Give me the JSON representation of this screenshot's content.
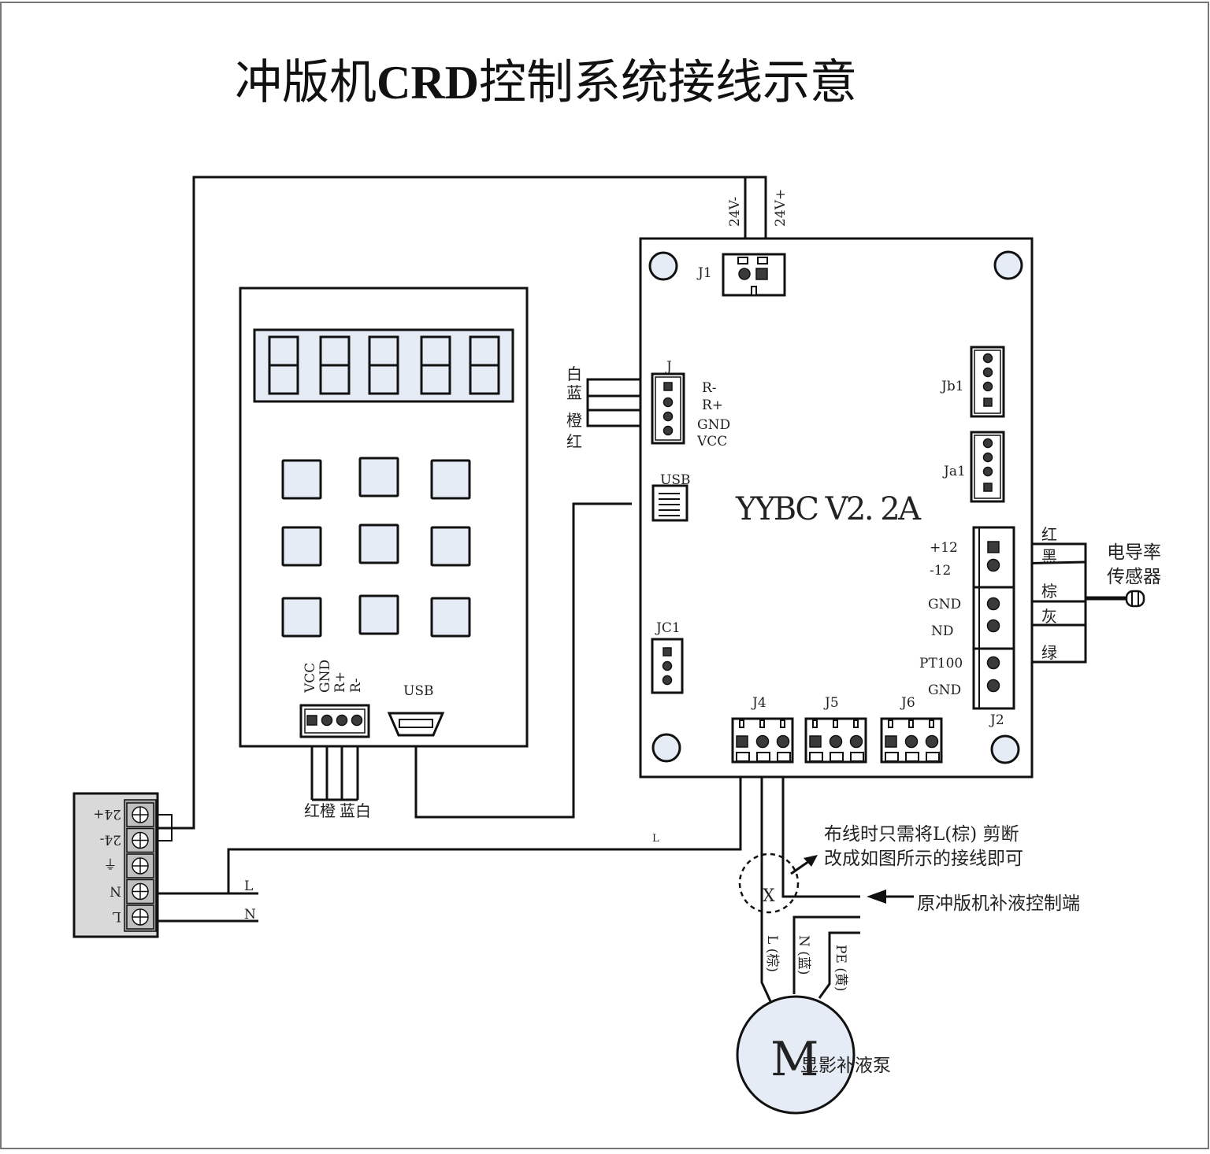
{
  "title": {
    "prefix": "冲版机",
    "bold": "CRD",
    "suffix": "控制系统接线示意"
  },
  "colors": {
    "line": "#111111",
    "fill_blue": "#e6ecf6",
    "terminal_gray": "#d9d9d9",
    "terminal_dark": "#a6a6a6",
    "pin": "#3a3a3a"
  },
  "power_supply": {
    "terminals": [
      "24+",
      "24-",
      "⏚",
      "N",
      "L"
    ],
    "input_labels": {
      "L": "L",
      "N": "N"
    },
    "l_line_label": "L"
  },
  "power_leads": {
    "neg": "24V-",
    "pos": "24V+"
  },
  "display_panel": {
    "digit_count": 5,
    "key_rows": 3,
    "key_cols": 3,
    "connector_pins": [
      "VCC",
      "GND",
      "R+",
      "R-"
    ],
    "usb_label": "USB",
    "wire_colors": [
      "红",
      "橙",
      "蓝",
      "白"
    ]
  },
  "control_board": {
    "name": "YYBC  V2. 2A",
    "j1_label": "J1",
    "j_label": "J",
    "j_pins": [
      "R-",
      "R+",
      "GND",
      "VCC"
    ],
    "j_wire_colors": [
      "白",
      "蓝",
      "橙",
      "红"
    ],
    "usb_label": "USB",
    "jb1_label": "Jb1",
    "ja1_label": "Ja1",
    "jc1_label": "JC1",
    "j2_label": "J2",
    "j2_pins": [
      "+12",
      "-12",
      "GND",
      "ND",
      "PT100",
      "GND"
    ],
    "bottom_connectors": [
      "J4",
      "J5",
      "J6"
    ]
  },
  "sensor": {
    "wire_colors": [
      "红",
      "黑",
      "棕",
      "灰",
      "绿"
    ],
    "label_line1": "电导率",
    "label_line2": "传感器"
  },
  "notes": {
    "cut_note_line1": "布线时只需将L(棕) 剪断",
    "cut_note_line2": "改成如图所示的接线即可",
    "control_end": "原冲版机补液控制端",
    "cut_mark": "X"
  },
  "pump": {
    "symbol": "M",
    "name": "显影补液泵",
    "leads": [
      "L (棕)",
      "N (蓝)",
      "PE (黄)"
    ]
  }
}
